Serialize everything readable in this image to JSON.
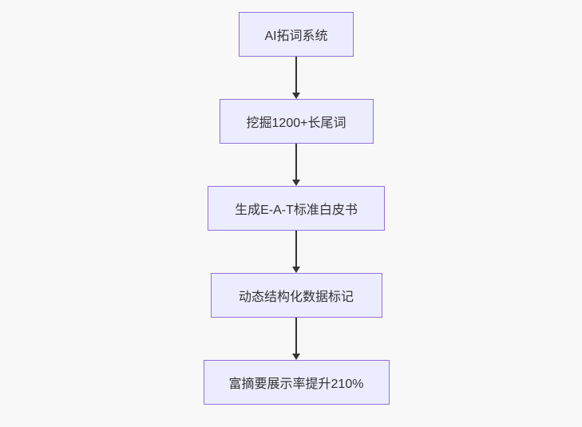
{
  "page": {
    "background_color": "#f8f8f8"
  },
  "chart_data": {
    "type": "flowchart",
    "direction": "top-down",
    "node_fill": "#ECECFF",
    "node_border": "#9370DB",
    "arrow_color": "#333333",
    "text_color": "#333333",
    "nodes": [
      {
        "id": "step1",
        "label": "AI拓词系统"
      },
      {
        "id": "step2",
        "label": "挖掘1200+长尾词"
      },
      {
        "id": "step3",
        "label": "生成E-A-T标准白皮书"
      },
      {
        "id": "step4",
        "label": "动态结构化数据标记"
      },
      {
        "id": "step5",
        "label": "富摘要展示率提升210%"
      }
    ],
    "edges": [
      {
        "from": "step1",
        "to": "step2"
      },
      {
        "from": "step2",
        "to": "step3"
      },
      {
        "from": "step3",
        "to": "step4"
      },
      {
        "from": "step4",
        "to": "step5"
      }
    ]
  }
}
